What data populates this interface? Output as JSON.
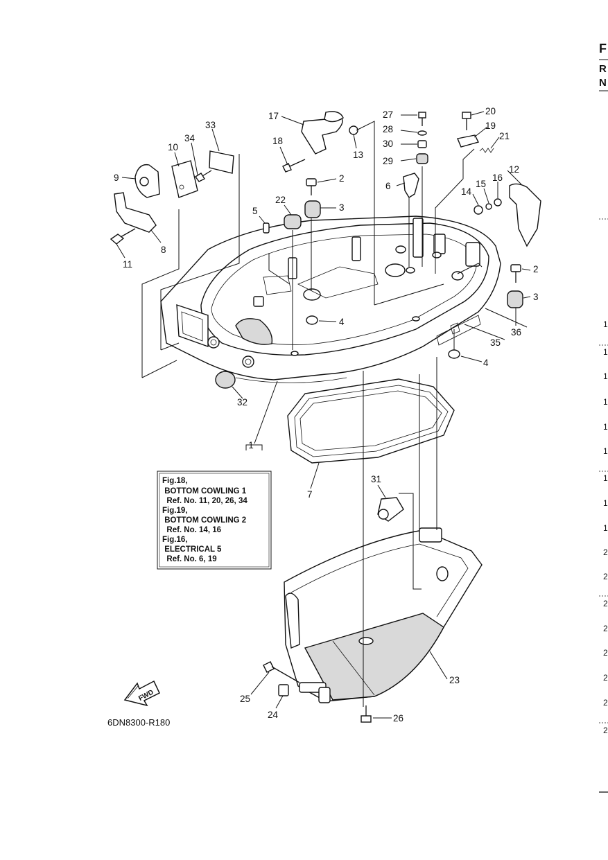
{
  "diagram_code": "6DN8300-R180",
  "direction_arrow": {
    "label": "FWD"
  },
  "callouts": [
    {
      "id": "c1",
      "label": "1"
    },
    {
      "id": "c2a",
      "label": "2"
    },
    {
      "id": "c2b",
      "label": "2"
    },
    {
      "id": "c3a",
      "label": "3"
    },
    {
      "id": "c3b",
      "label": "3"
    },
    {
      "id": "c4a",
      "label": "4"
    },
    {
      "id": "c4b",
      "label": "4"
    },
    {
      "id": "c5",
      "label": "5"
    },
    {
      "id": "c6",
      "label": "6"
    },
    {
      "id": "c7",
      "label": "7"
    },
    {
      "id": "c8",
      "label": "8"
    },
    {
      "id": "c9",
      "label": "9"
    },
    {
      "id": "c10",
      "label": "10"
    },
    {
      "id": "c11",
      "label": "11"
    },
    {
      "id": "c12",
      "label": "12"
    },
    {
      "id": "c13",
      "label": "13"
    },
    {
      "id": "c14",
      "label": "14"
    },
    {
      "id": "c15",
      "label": "15"
    },
    {
      "id": "c16",
      "label": "16"
    },
    {
      "id": "c17",
      "label": "17"
    },
    {
      "id": "c18",
      "label": "18"
    },
    {
      "id": "c19",
      "label": "19"
    },
    {
      "id": "c20",
      "label": "20"
    },
    {
      "id": "c21",
      "label": "21"
    },
    {
      "id": "c22",
      "label": "22"
    },
    {
      "id": "c23",
      "label": "23"
    },
    {
      "id": "c24",
      "label": "24"
    },
    {
      "id": "c25",
      "label": "25"
    },
    {
      "id": "c26",
      "label": "26"
    },
    {
      "id": "c27",
      "label": "27"
    },
    {
      "id": "c28",
      "label": "28"
    },
    {
      "id": "c29",
      "label": "29"
    },
    {
      "id": "c30",
      "label": "30"
    },
    {
      "id": "c31",
      "label": "31"
    },
    {
      "id": "c32",
      "label": "32"
    },
    {
      "id": "c33",
      "label": "33"
    },
    {
      "id": "c34",
      "label": "34"
    },
    {
      "id": "c35",
      "label": "35"
    },
    {
      "id": "c36",
      "label": "36"
    }
  ],
  "reference_box": {
    "lines": [
      "Fig.18,",
      " BOTTOM COWLING 1",
      "  Ref. No. 11, 20, 26, 34",
      "Fig.19,",
      " BOTTOM COWLING 2",
      "  Ref. No. 14, 16",
      "Fig.16,",
      " ELECTRICAL 5",
      "  Ref. No. 6, 19"
    ]
  },
  "right_edge": {
    "header": [
      "F",
      "R",
      "N"
    ],
    "row_markers": [
      "1",
      "1",
      "1",
      "1",
      "1",
      "1",
      "1",
      "1",
      "1",
      "2",
      "2",
      "2",
      "2",
      "2",
      "2",
      "2",
      "2"
    ]
  }
}
